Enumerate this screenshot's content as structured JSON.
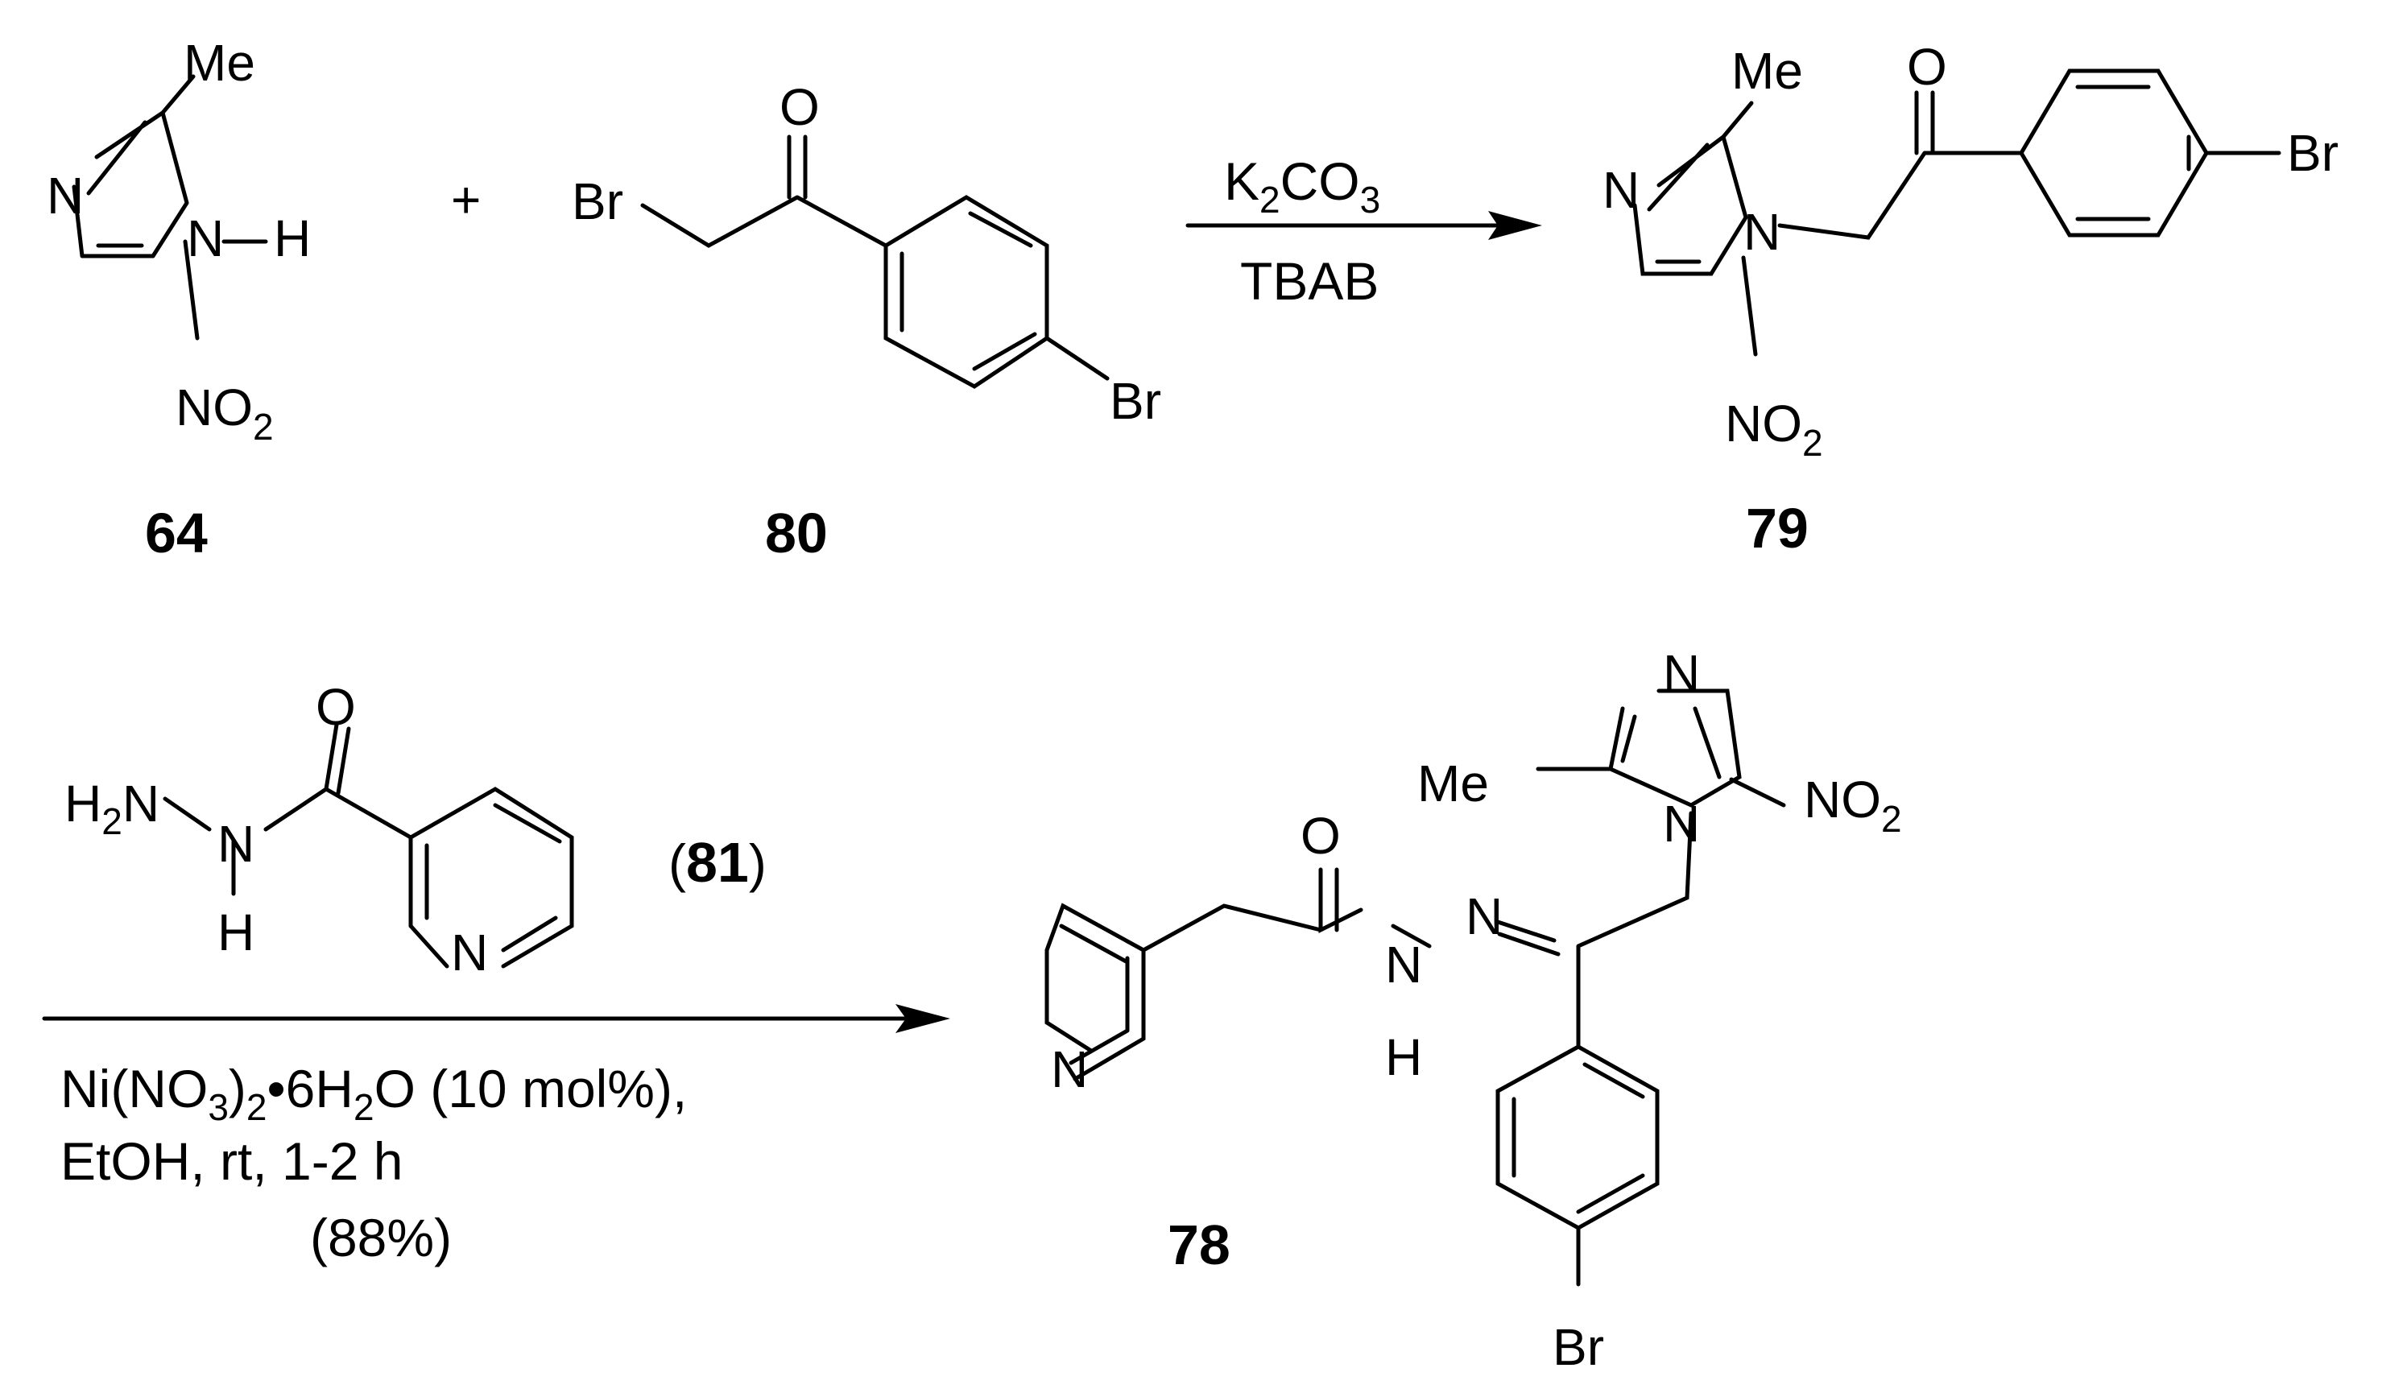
{
  "compounds": {
    "c64": {
      "number": "64",
      "Me": "Me",
      "N": "N",
      "NH_N": "N",
      "NH_H": "H",
      "NO2_main": "NO",
      "NO2_sub": "2"
    },
    "c80": {
      "number": "80",
      "Br_alkyl": "Br",
      "O": "O",
      "Br_aryl": "Br"
    },
    "c79": {
      "number": "79",
      "Me": "Me",
      "N": "N",
      "N1": "N",
      "O": "O",
      "Br": "Br",
      "NO2_main": "NO",
      "NO2_sub": "2"
    },
    "c81": {
      "label_open": "(",
      "label_number": "81",
      "label_close": ")",
      "H2N_H": "H",
      "H2N_sub": "2",
      "H2N_N": "N",
      "NH_N": "N",
      "NH_H": "H",
      "O": "O",
      "pyridine_N": "N"
    },
    "c78": {
      "number": "78",
      "imid_N": "N",
      "Me": "Me",
      "imid_N1": "N",
      "NO2_main": "NO",
      "NO2_sub": "2",
      "O": "O",
      "N_imine": "N",
      "NH_N": "N",
      "NH_H": "H",
      "pyridine_N": "N",
      "Br": "Br"
    }
  },
  "plus": "+",
  "step1": {
    "reagent_main": "K",
    "reagent_sub1": "2",
    "reagent_mid": "CO",
    "reagent_sub2": "3",
    "additive": "TBAB"
  },
  "step2": {
    "catalyst_a": "Ni(NO",
    "catalyst_sub1": "3",
    "catalyst_b": ")",
    "catalyst_sub2": "2",
    "catalyst_c": "•6H",
    "catalyst_sub3": "2",
    "catalyst_d": "O (10 mol%),",
    "line2": "EtOH, rt, 1-2 h",
    "yield": "(88%)"
  }
}
